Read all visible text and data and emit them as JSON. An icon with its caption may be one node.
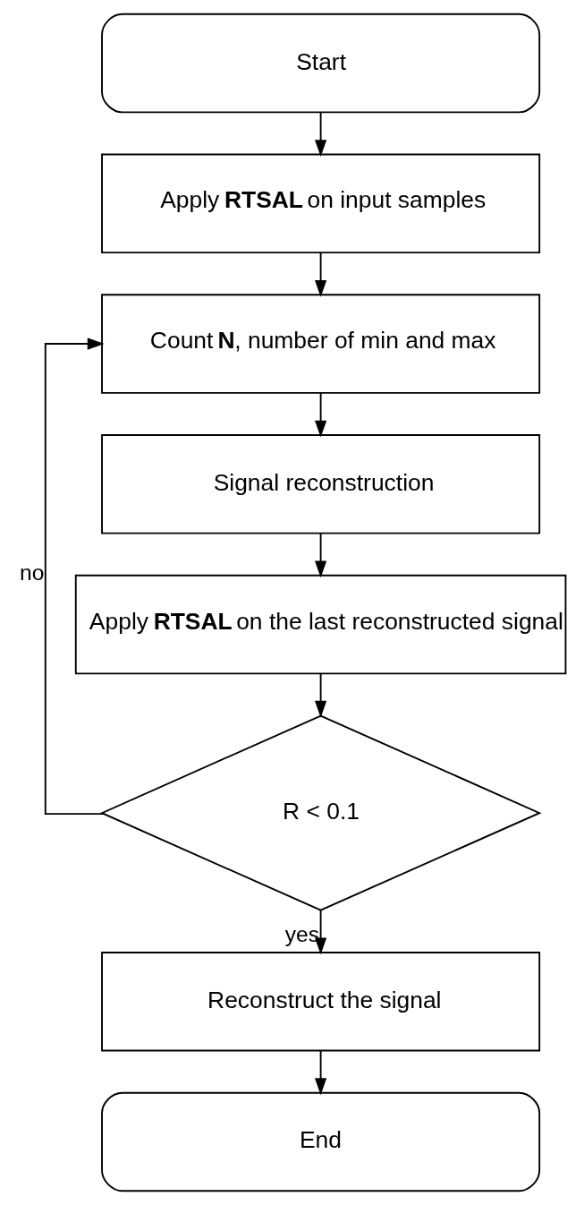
{
  "diagram": {
    "nodes": [
      {
        "text": [
          "Start"
        ]
      },
      {
        "text": [
          "Apply **RTSAL** on input samples"
        ]
      },
      {
        "text": [
          "Count **N**, number of min and max"
        ]
      },
      {
        "text": [
          "Signal reconstruction"
        ]
      },
      {
        "text": [
          "Apply **RTSAL** on the last reconstructed signal"
        ]
      },
      {
        "text": [
          "R < 0.1"
        ]
      },
      {
        "text": [
          "Reconstruct the signal"
        ]
      },
      {
        "text": [
          "End"
        ]
      }
    ],
    "edges": [
      {
        "from": 0,
        "to": 1,
        "arrow": "to"
      },
      {
        "from": 1,
        "to": 2,
        "arrow": "to"
      },
      {
        "from": 2,
        "to": 3,
        "arrow": "to"
      },
      {
        "from": 3,
        "to": 4,
        "arrow": "to"
      },
      {
        "from": 4,
        "to": 5,
        "arrow": "to"
      },
      {
        "from": 5,
        "to": 2,
        "arrow": "to",
        "label": "no"
      },
      {
        "from": 5,
        "to": 6,
        "arrow": "to",
        "label": "yes"
      },
      {
        "from": 6,
        "to": 7,
        "arrow": "to"
      }
    ]
  }
}
